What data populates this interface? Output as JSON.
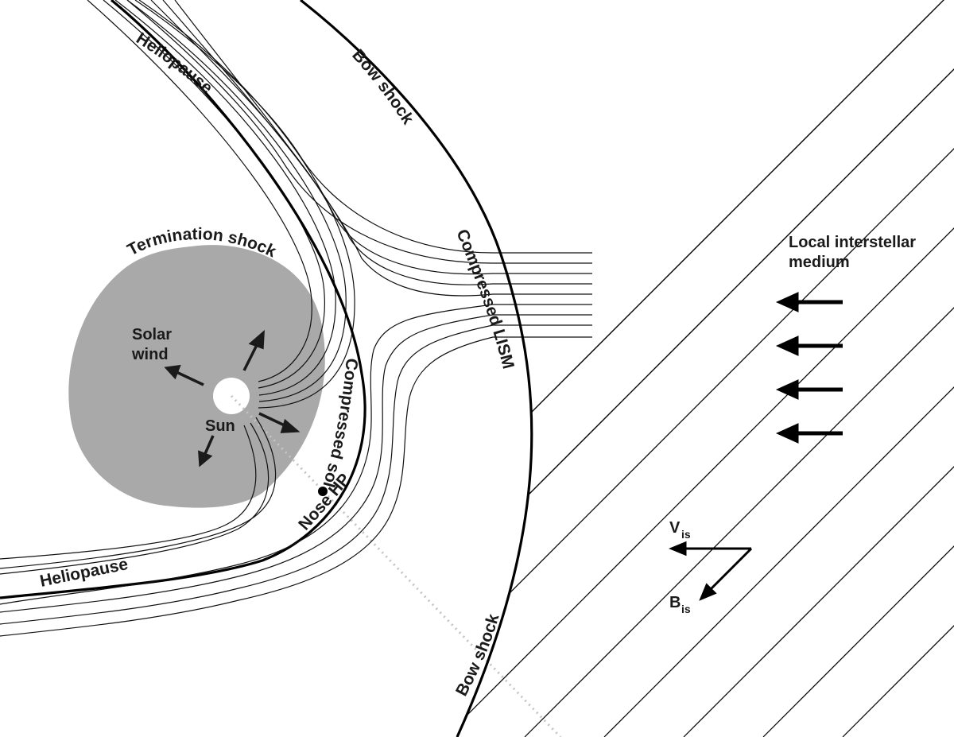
{
  "labels": {
    "heliopause_top": "Heliopause",
    "heliopause_bottom": "Heliopause",
    "bow_shock_top": "Bow shock",
    "bow_shock_bottom": "Bow shock",
    "termination_shock": "Termination shock",
    "solar_wind_line1": "Solar",
    "solar_wind_line2": "wind",
    "sun": "Sun",
    "compressed_lism": "Compressed LISM",
    "compressed_solar_wind": "Compressed solar wind",
    "nose_hp": "Nose HP",
    "lism_line1": "Local interstellar",
    "lism_line2": "medium",
    "v_is_main": "V",
    "v_is_sub": "is",
    "b_is_main": "B",
    "b_is_sub": "is"
  },
  "colors": {
    "heliosheath_fill": "#a9a9a9",
    "sun_fill": "#ffffff",
    "lines": "#000000",
    "axis_dots": "#c4c4c4"
  }
}
